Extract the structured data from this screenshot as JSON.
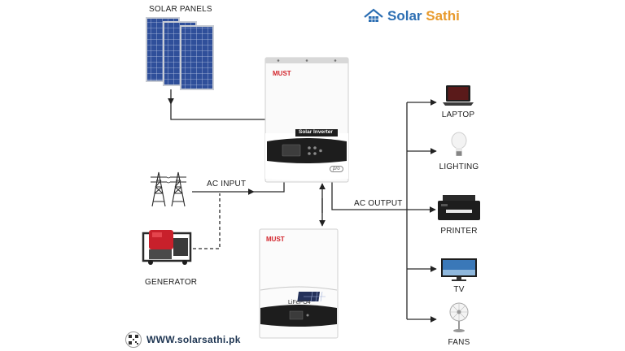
{
  "brand": {
    "name_part1": "Solar",
    "name_part2": "Sathi",
    "icon": "house-solar-icon",
    "colors": {
      "primary": "#2d6fb3",
      "accent": "#e89a2c"
    }
  },
  "website": {
    "text": "WWW.solarsathi.pk",
    "icon": "qr-code-icon"
  },
  "components": {
    "solar_panels": {
      "label": "SOLAR PANELS",
      "icon": "solar-panel-icon"
    },
    "inverter": {
      "brand": "MUST",
      "model": "Solar Inverter",
      "badge": "pro",
      "icon": "inverter-icon"
    },
    "battery": {
      "brand": "MUST",
      "chemistry": "LiFePO4",
      "icon": "battery-icon"
    },
    "grid": {
      "icon": "transmission-tower-icon"
    },
    "generator": {
      "label": "GENERATOR",
      "icon": "generator-icon"
    }
  },
  "connections": {
    "ac_input": "AC INPUT",
    "ac_output": "AC OUTPUT"
  },
  "loads": [
    {
      "label": "LAPTOP",
      "icon": "laptop-icon"
    },
    {
      "label": "LIGHTING",
      "icon": "light-bulb-icon"
    },
    {
      "label": "PRINTER",
      "icon": "printer-icon"
    },
    {
      "label": "TV",
      "icon": "tv-icon"
    },
    {
      "label": "FANS",
      "icon": "fan-icon"
    }
  ]
}
